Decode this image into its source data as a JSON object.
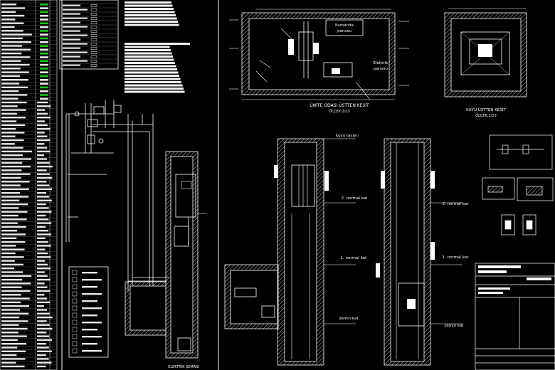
{
  "drawing": {
    "section_top_title": "ÜNİTE ODASI ÜSTTEN KESİT",
    "section_top_scale": "ÖLÇEK:1/15",
    "shaft_top_title": "KUYU ÜSTTEN KESİT",
    "shaft_top_scale": "ÖLÇEK:1/15",
    "control_panel_label_1": "Kumanda",
    "control_panel_label_2": "panosu",
    "electric_panel_label_1": "Elektrik",
    "electric_panel_label_2": "panosu",
    "well_top_label": "kuyu tavanı",
    "floor2_label_a": "2. normal kat",
    "floor2_label_b": "2. normal kat",
    "floor1_label_a": "1. normal kat",
    "floor1_label_b": "1. normal kat",
    "ground_label_a": "zemin kat",
    "ground_label_b": "zemin kat",
    "electrical_schema_title": "ELEKTRİK ŞEMASI"
  },
  "colors": {
    "background": "#000000",
    "lines": "#ffffff",
    "hatch": "#cfcfcf",
    "green": "#22c022",
    "red": "#e02020",
    "cyan": "#20d0d0"
  }
}
